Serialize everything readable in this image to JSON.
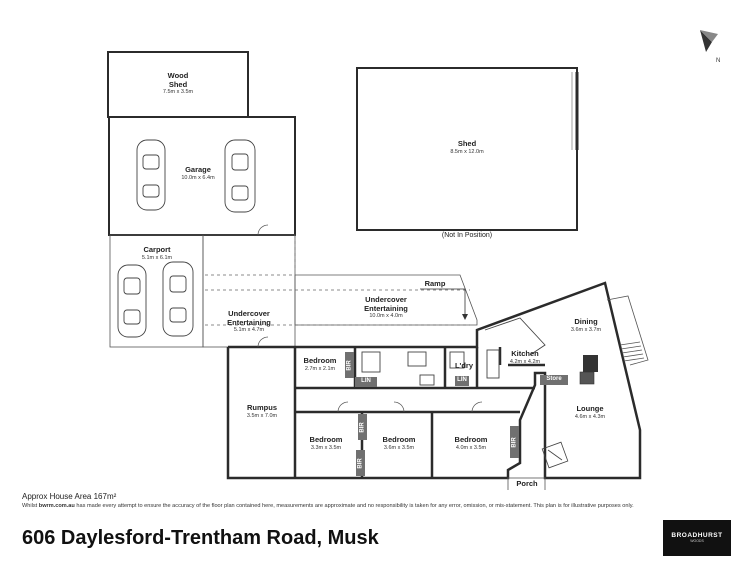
{
  "rooms": {
    "wood_shed": {
      "name": "Wood\nShed",
      "name1": "Wood",
      "name2": "Shed",
      "dims": "7.5m x 3.5m"
    },
    "shed": {
      "name": "Shed",
      "dims": "8.5m x 12.0m"
    },
    "not_in_position": "(Not In Position)",
    "garage": {
      "name": "Garage",
      "dims": "10.0m x 6.4m"
    },
    "carport": {
      "name": "Carport",
      "dims": "5.1m x 6.1m"
    },
    "undercover_left": {
      "name1": "Undercover",
      "name2": "Entertaining",
      "dims": "5.1m x 4.7m"
    },
    "undercover_mid": {
      "name1": "Undercover",
      "name2": "Entertaining",
      "dims": "10.0m x 4.0m"
    },
    "ramp": "Ramp",
    "dining": {
      "name": "Dining",
      "dims": "3.6m x 3.7m"
    },
    "kitchen": {
      "name": "Kitchen",
      "dims": "4.2m x 4.2m"
    },
    "bedroom_small": {
      "name": "Bedroom",
      "dims": "2.7m x 2.1m"
    },
    "laundry": {
      "name": "L'dry"
    },
    "rumpus": {
      "name": "Rumpus",
      "dims": "3.5m x 7.0m"
    },
    "bedroom1": {
      "name": "Bedroom",
      "dims": "3.3m x 3.5m"
    },
    "bedroom2": {
      "name": "Bedroom",
      "dims": "3.6m x 3.5m"
    },
    "bedroom3": {
      "name": "Bedroom",
      "dims": "4.0m x 3.5m"
    },
    "lounge": {
      "name": "Lounge",
      "dims": "4.6m x 4.3m"
    },
    "porch": {
      "name": "Porch"
    }
  },
  "tags": {
    "bir": "BIR",
    "lin": "LIN",
    "store": "Store"
  },
  "footer": {
    "area": "Approx House Area 167m²",
    "disclaimer_pre": "Whilst ",
    "disclaimer_site": "bwrm.com.au",
    "disclaimer_post": " has made every attempt to ensure the accuracy of the floor plan contained here, measurements are approximate and no responsibility is taken for any error, omission, or mis-statement. This plan is for illustrative purposes only.",
    "address": "606 Daylesford-Trentham Road, Musk",
    "brand": "BROADHURST",
    "brand_sub": "WOODS"
  },
  "compass": {
    "label": "N"
  },
  "colors": {
    "wall": "#2b2b2b",
    "tag": "#707070",
    "brand_bg": "#111111"
  }
}
